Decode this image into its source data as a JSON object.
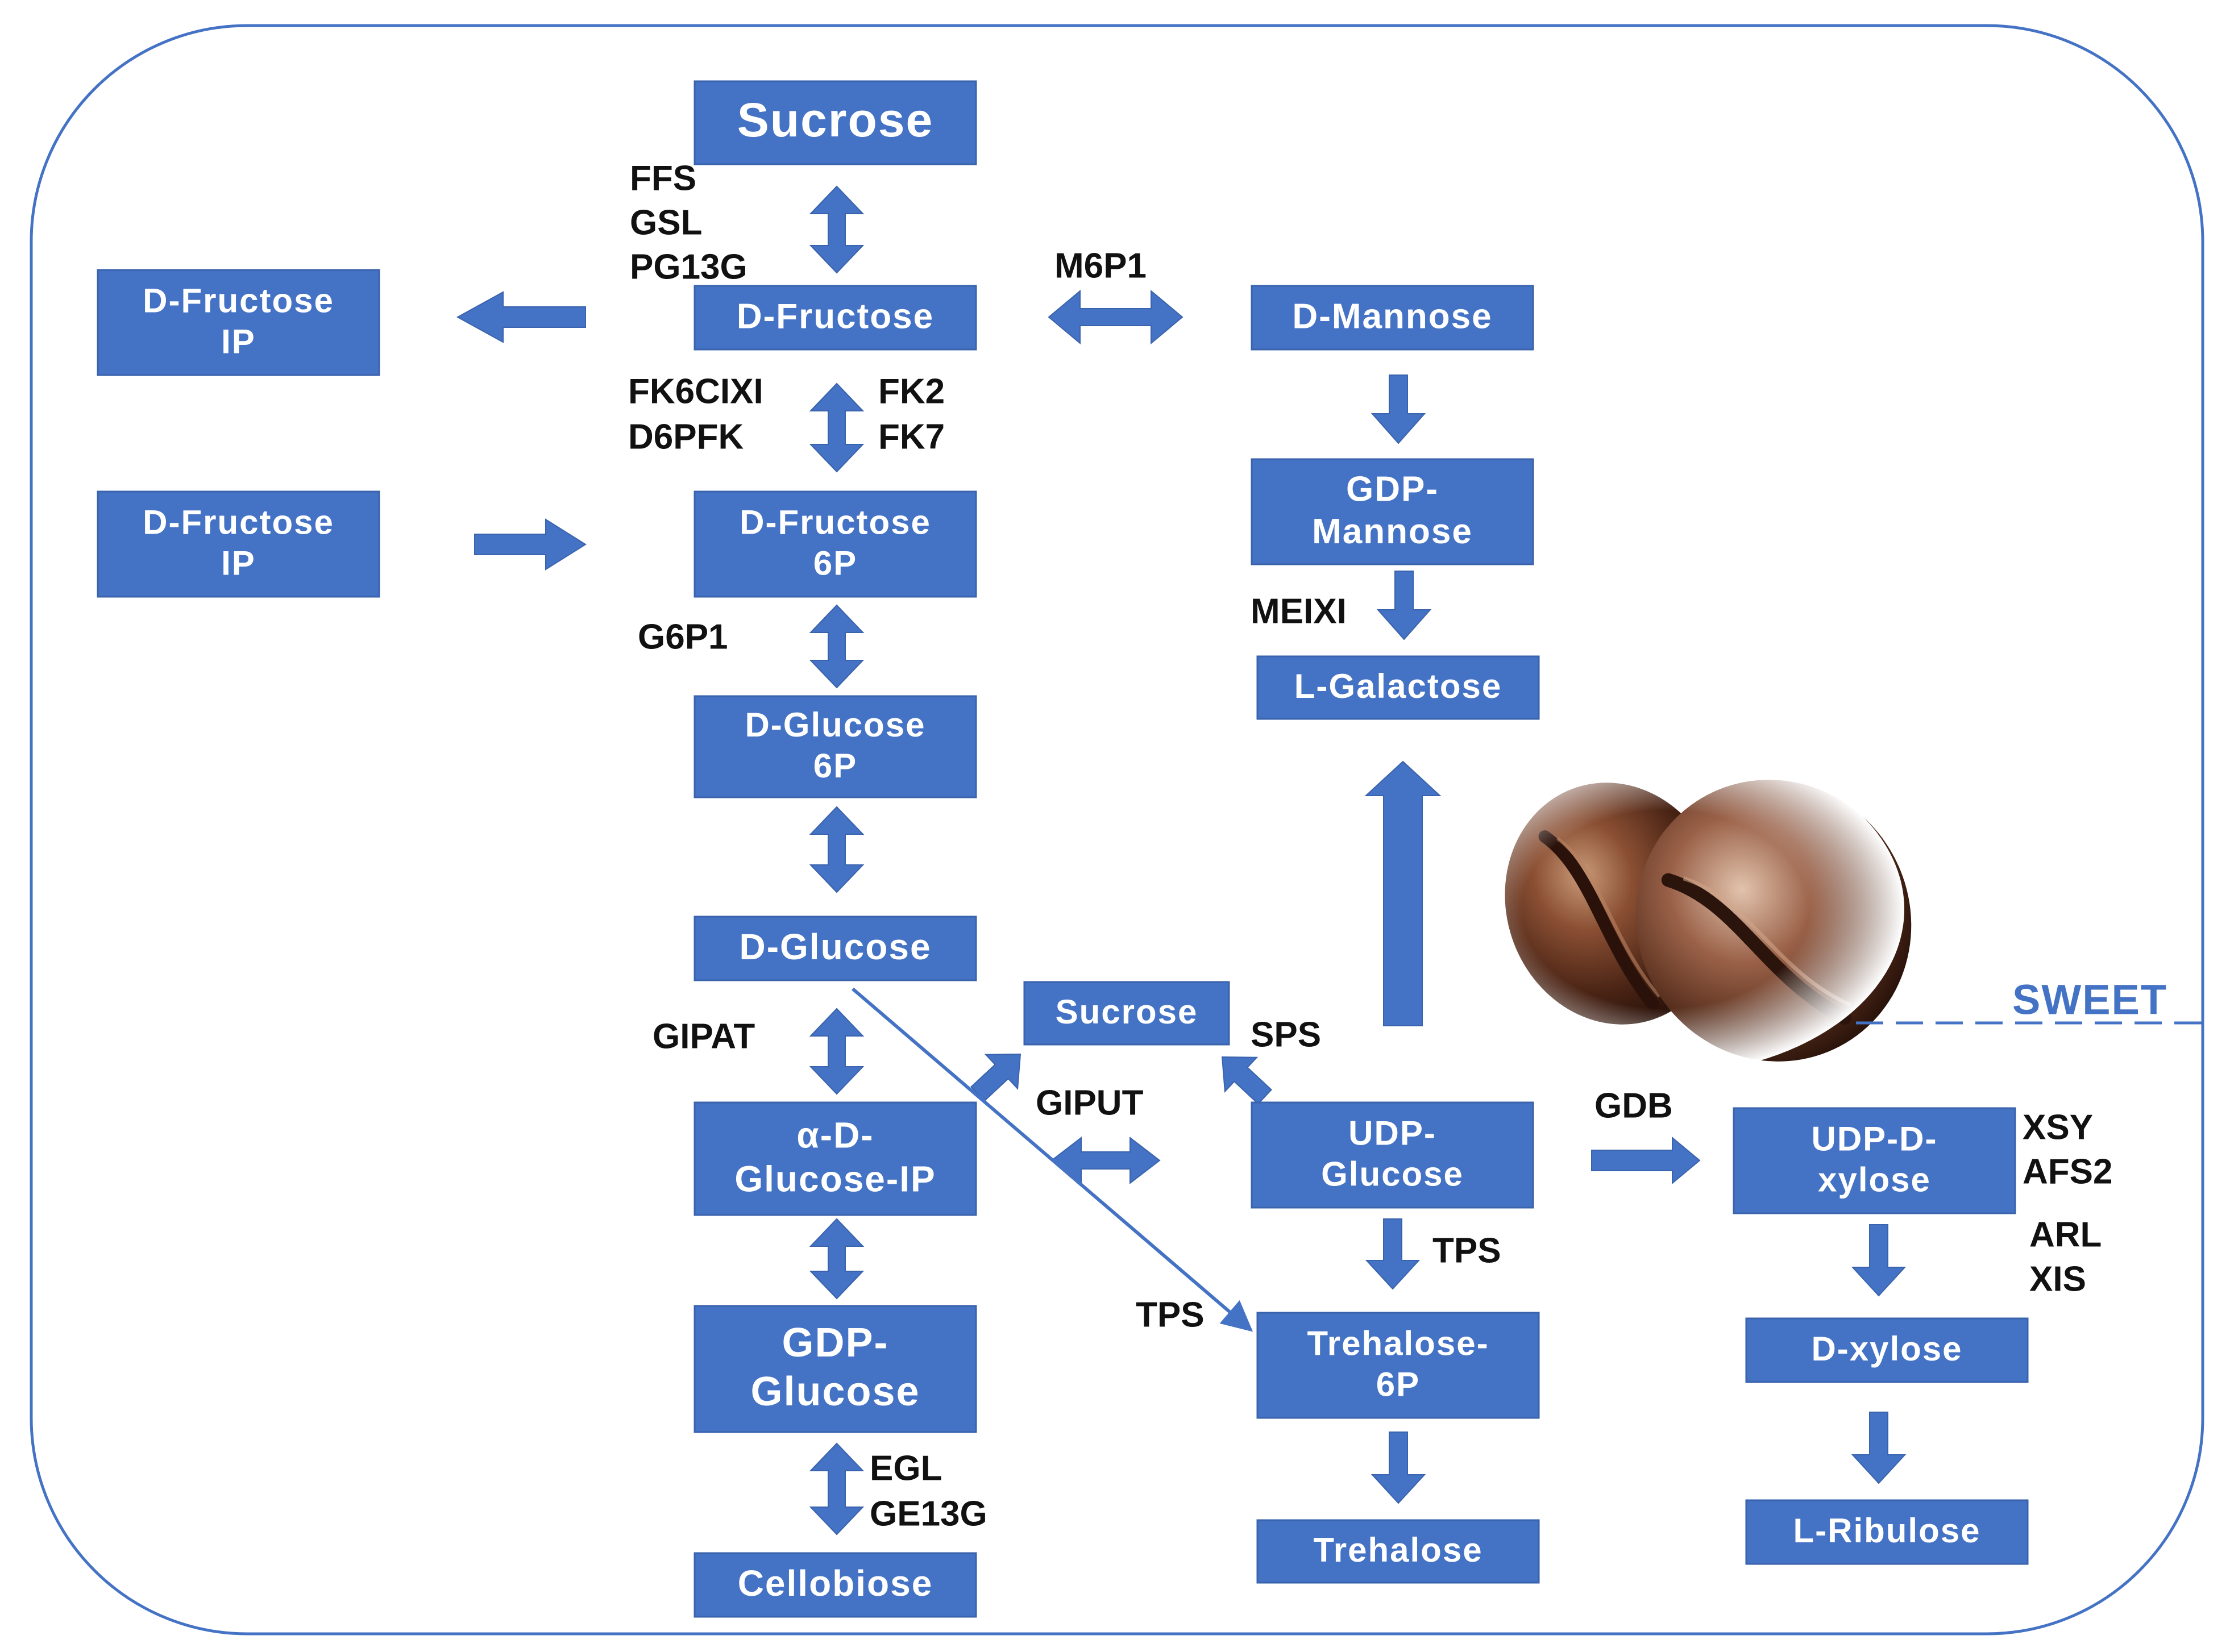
{
  "colors": {
    "node_fill": "#4472c4",
    "node_border": "#3a63ad",
    "node_text": "#ffffff",
    "arrow": "#4472c4",
    "frame": "#4472c4",
    "label": "#111111",
    "sweet": "#4472c4"
  },
  "nodes": {
    "sucrose_top": [
      "Sucrose"
    ],
    "d_fructose_1p_a": [
      "D-Fructose",
      "IP"
    ],
    "d_fructose": [
      "D-Fructose"
    ],
    "d_mannose": [
      "D-Mannose"
    ],
    "d_fructose_1p_b": [
      "D-Fructose",
      "IP"
    ],
    "d_fructose_6p": [
      "D-Fructose",
      "6P"
    ],
    "gdp_mannose": [
      "GDP-",
      "Mannose"
    ],
    "l_galactose": [
      "L-Galactose"
    ],
    "d_glucose_6p": [
      "D-Glucose",
      "6P"
    ],
    "d_glucose": [
      "D-Glucose"
    ],
    "sucrose_mid": [
      "Sucrose"
    ],
    "alpha_d_glucose_1p": [
      "α-D-",
      "Glucose-IP"
    ],
    "udp_glucose": [
      "UDP-",
      "Glucose"
    ],
    "udp_d_xylose": [
      "UDP-D-",
      "xylose"
    ],
    "gdp_glucose": [
      "GDP-",
      "Glucose"
    ],
    "trehalose_6p": [
      "Trehalose-",
      "6P"
    ],
    "d_xylose": [
      "D-xylose"
    ],
    "cellobiose": [
      "Cellobiose"
    ],
    "trehalose": [
      "Trehalose"
    ],
    "l_ribulose": [
      "L-Ribulose"
    ]
  },
  "enzymes": {
    "ffs": "FFS",
    "gsl": "GSL",
    "pg13g": "PG13G",
    "m6p1": "M6P1",
    "fk6cixi": "FK6CIXI",
    "d6pfk": "D6PFK",
    "fk2": "FK2",
    "fk7": "FK7",
    "g6p1": "G6P1",
    "meixi": "MEIXI",
    "gipat": "GIPAT",
    "sps": "SPS",
    "giput": "GIPUT",
    "gdb": "GDB",
    "xsy": "XSY",
    "afs2": "AFS2",
    "arl": "ARL",
    "xis": "XIS",
    "tps_right": "TPS",
    "tps_left": "TPS",
    "egl": "EGL",
    "ge13g": "GE13G"
  },
  "sweet_label": "SWEET",
  "image": {
    "icon": "coffee-beans-photo"
  }
}
